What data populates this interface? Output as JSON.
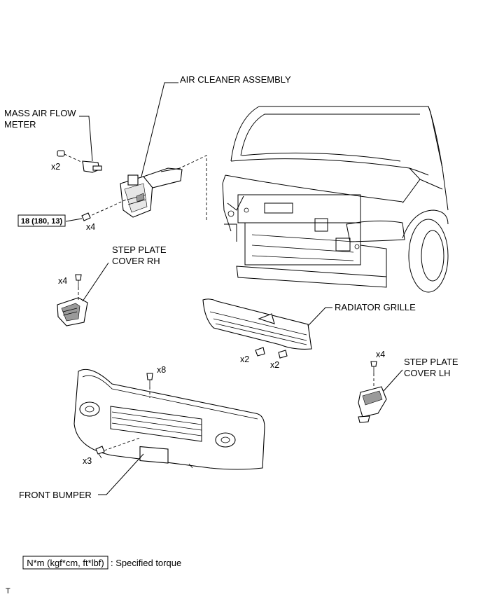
{
  "labels": {
    "air_cleaner_assembly": "AIR CLEANER ASSEMBLY",
    "mass_air_flow_meter_line1": "MASS AIR FLOW",
    "mass_air_flow_meter_line2": "METER",
    "step_plate_cover_rh_line1": "STEP PLATE",
    "step_plate_cover_rh_line2": "COVER RH",
    "radiator_grille": "RADIATOR GRILLE",
    "step_plate_cover_lh_line1": "STEP PLATE",
    "step_plate_cover_lh_line2": "COVER LH",
    "front_bumper": "FRONT BUMPER"
  },
  "quantities": {
    "maf_screws": "x2",
    "air_cleaner_bolts": "x4",
    "step_rh_clips": "x4",
    "grille_clips_left": "x2",
    "grille_screws_right": "x2",
    "step_lh_clips": "x4",
    "bumper_top_clips": "x8",
    "bumper_bottom_screws": "x3"
  },
  "torque": {
    "air_cleaner_bolt": "18 (180, 13)"
  },
  "legend": {
    "unit_box": "N*m (kgf*cm, ft*lbf)",
    "description": ": Specified torque"
  },
  "page_code": "T"
}
